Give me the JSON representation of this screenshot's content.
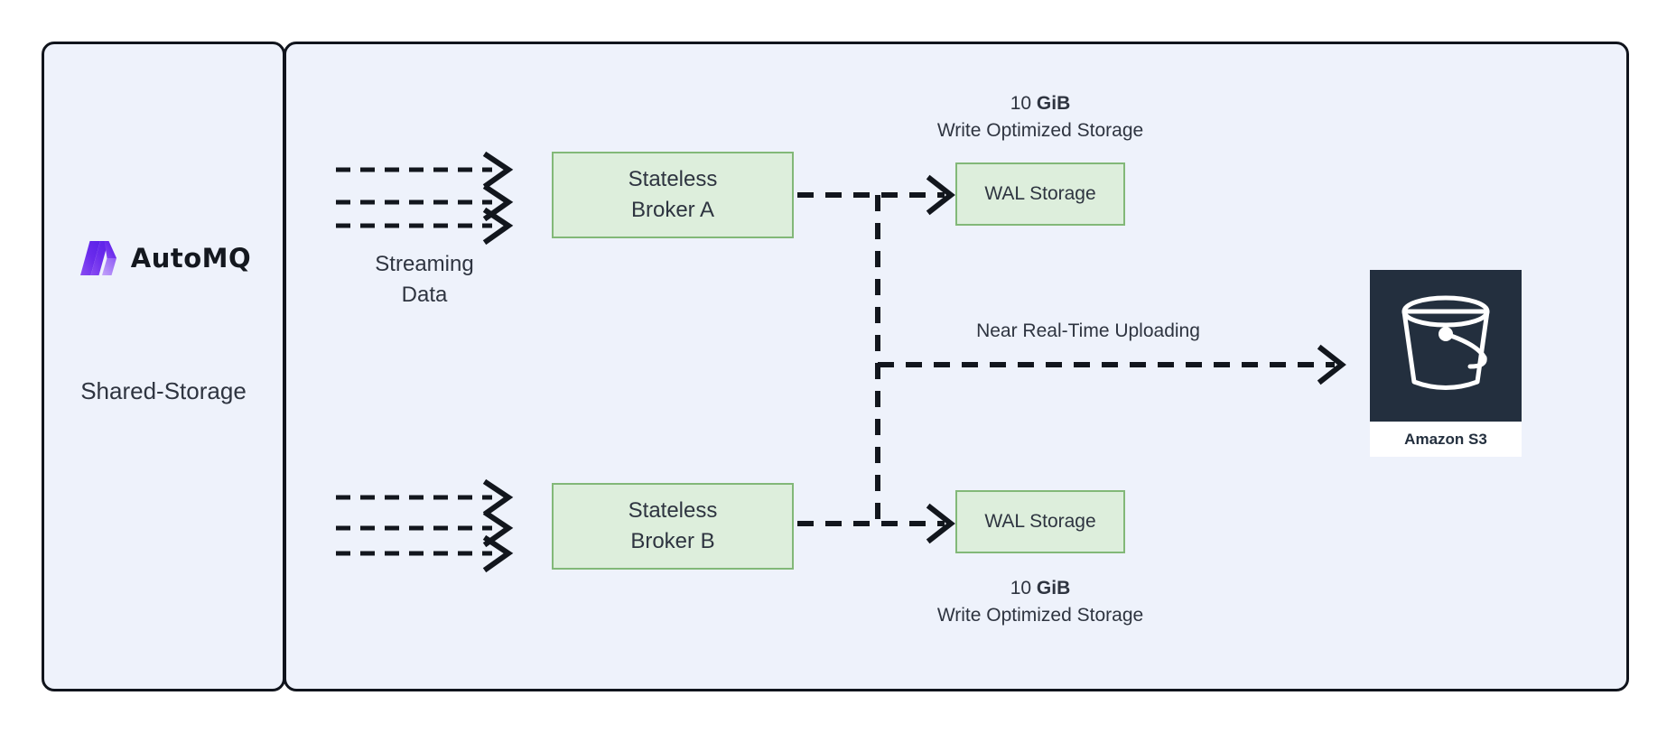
{
  "brand": {
    "logo_icon": "automq-m-mark-icon",
    "wordmark": "AutoMQ",
    "gradient_from": "#5b21e8",
    "gradient_to": "#a277f7"
  },
  "left_panel": {
    "title": "Shared-Storage"
  },
  "flow": {
    "streaming_label_line1": "Streaming",
    "streaming_label_line2": "Data",
    "streaming_arrow_icon": "dashed-arrow-right-icon",
    "upload_label": "Near Real-Time Uploading"
  },
  "brokers": [
    {
      "name": "broker-a",
      "line1": "Stateless",
      "line2": "Broker A"
    },
    {
      "name": "broker-b",
      "line1": "Stateless",
      "line2": "Broker B"
    }
  ],
  "wal": [
    {
      "name": "wal-a",
      "label": "WAL Storage"
    },
    {
      "name": "wal-b",
      "label": "WAL Storage"
    }
  ],
  "storage_captions": {
    "top": {
      "size": "10",
      "unit": "GiB",
      "desc": "Write Optimized Storage"
    },
    "bottom": {
      "size": "10",
      "unit": "GiB",
      "desc": "Write Optimized Storage"
    }
  },
  "object_store": {
    "icon": "s3-bucket-icon",
    "label": "Amazon S3",
    "tile_color": "#232f3e"
  },
  "colors": {
    "panel_fill": "#eef2fb",
    "panel_border": "#10141c",
    "box_fill": "#ddeedc",
    "box_border": "#82b878",
    "text": "#2e3440",
    "wire": "#12161d"
  }
}
